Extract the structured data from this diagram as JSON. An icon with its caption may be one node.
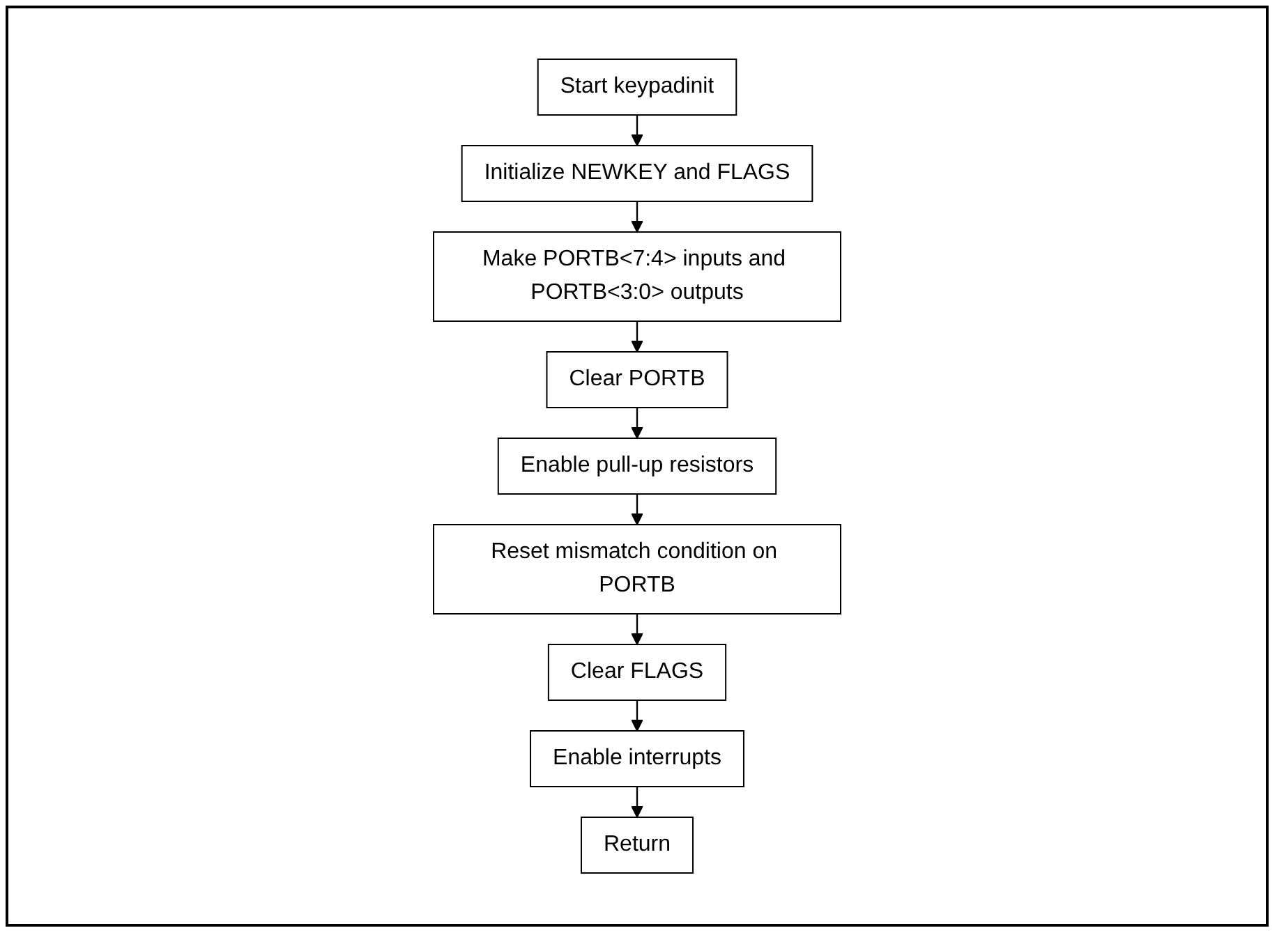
{
  "diagram": {
    "nodes": [
      {
        "text": [
          "Start keypadinit"
        ]
      },
      {
        "text": [
          "Initialize NEWKEY and FLAGS"
        ]
      },
      {
        "text": [
          "Make PORTB<7:4> inputs and PORTB<3:0> outputs"
        ]
      },
      {
        "text": [
          "Clear PORTB"
        ]
      },
      {
        "text": [
          "Enable pull-up resistors"
        ]
      },
      {
        "text": [
          "Reset mismatch condition on PORTB"
        ]
      },
      {
        "text": [
          "Clear FLAGS"
        ]
      },
      {
        "text": [
          "Enable interrupts"
        ]
      },
      {
        "text": [
          "Return"
        ]
      }
    ],
    "edges": [
      {
        "from": 0,
        "to": 1,
        "arrow": "to"
      },
      {
        "from": 1,
        "to": 2,
        "arrow": "to"
      },
      {
        "from": 2,
        "to": 3,
        "arrow": "to"
      },
      {
        "from": 3,
        "to": 4,
        "arrow": "to"
      },
      {
        "from": 4,
        "to": 5,
        "arrow": "to"
      },
      {
        "from": 5,
        "to": 6,
        "arrow": "to"
      },
      {
        "from": 6,
        "to": 7,
        "arrow": "to"
      },
      {
        "from": 7,
        "to": 8,
        "arrow": "to"
      }
    ]
  }
}
